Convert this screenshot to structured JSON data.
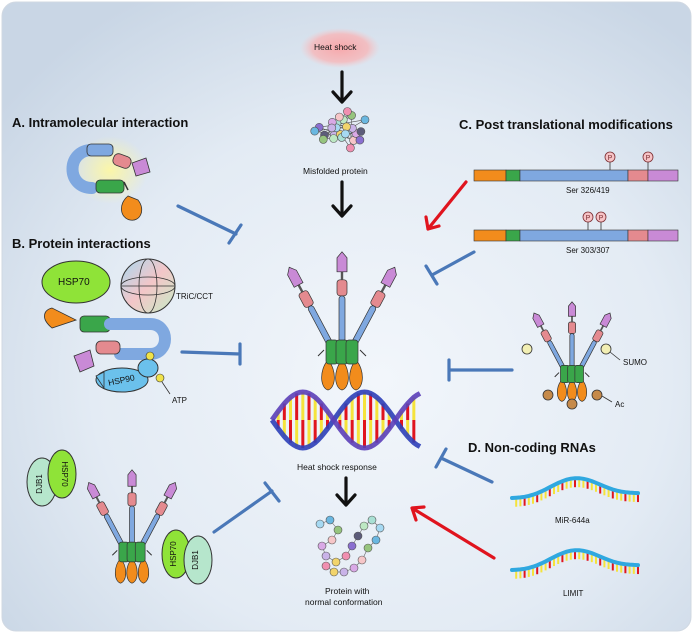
{
  "sections": {
    "a": "A. Intramolecular interaction",
    "b": "B. Protein interactions",
    "c": "C. Post translational modifications",
    "d": "D. Non-coding RNAs"
  },
  "center": {
    "heat_shock": "Heat shock",
    "misfolded": "Misfolded protein",
    "response": "Heat shock response",
    "normal_line1": "Protein with",
    "normal_line2": "normal conformation"
  },
  "proteins": {
    "hsp70": "HSP70",
    "tric": "TRiC/CCT",
    "hsp90": "HSP90",
    "atp": "ATP",
    "djb1": "DJB1",
    "sumo": "SUMO",
    "ac": "Ac",
    "phospho": "P"
  },
  "ptm": {
    "site1": "Ser 326/419",
    "site2": "Ser 303/307"
  },
  "rnas": {
    "rna1": "MiR-644a",
    "rna2": "LIMIT"
  },
  "colors": {
    "activation_arrow": "#e0141e",
    "inhibition": "#4a78b8",
    "flow_arrow": "#111111",
    "hsf_trimerization": "#3aa64a",
    "hsf_dna_binding": "#f28c1c",
    "hsf_regulatory": "#7fa8e0",
    "hsf_linker": "#e48a8f",
    "hsf_tad": "#c98ad6"
  }
}
